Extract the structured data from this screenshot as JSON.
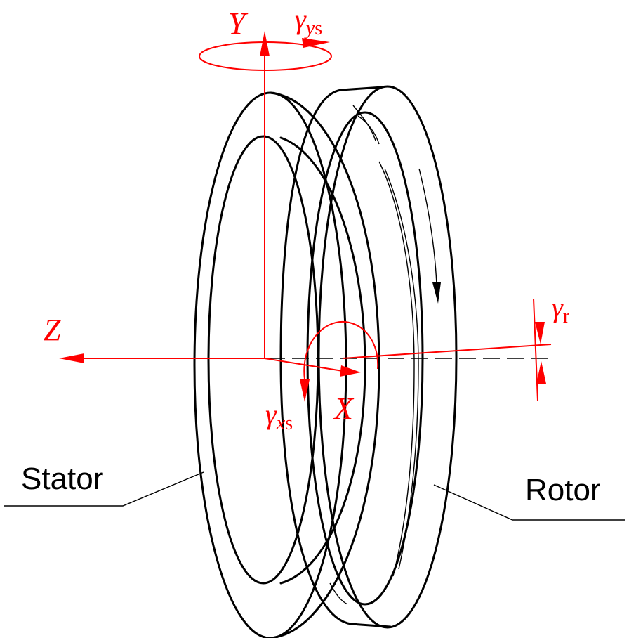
{
  "axes": {
    "y_label": "Y",
    "z_label": "Z",
    "x_label": "X"
  },
  "angles": {
    "gamma_ys": {
      "symbol": "γ",
      "sub_italic": "y",
      "sub_upright": "s"
    },
    "gamma_xs": {
      "symbol": "γ",
      "sub_italic": "x",
      "sub_upright": "s"
    },
    "gamma_r": {
      "symbol": "γ",
      "sub_upright": "r"
    }
  },
  "parts": {
    "stator": "Stator",
    "rotor": "Rotor"
  },
  "colors": {
    "annotation": "#ff0000",
    "line_art": "#000000",
    "background": "#ffffff"
  }
}
